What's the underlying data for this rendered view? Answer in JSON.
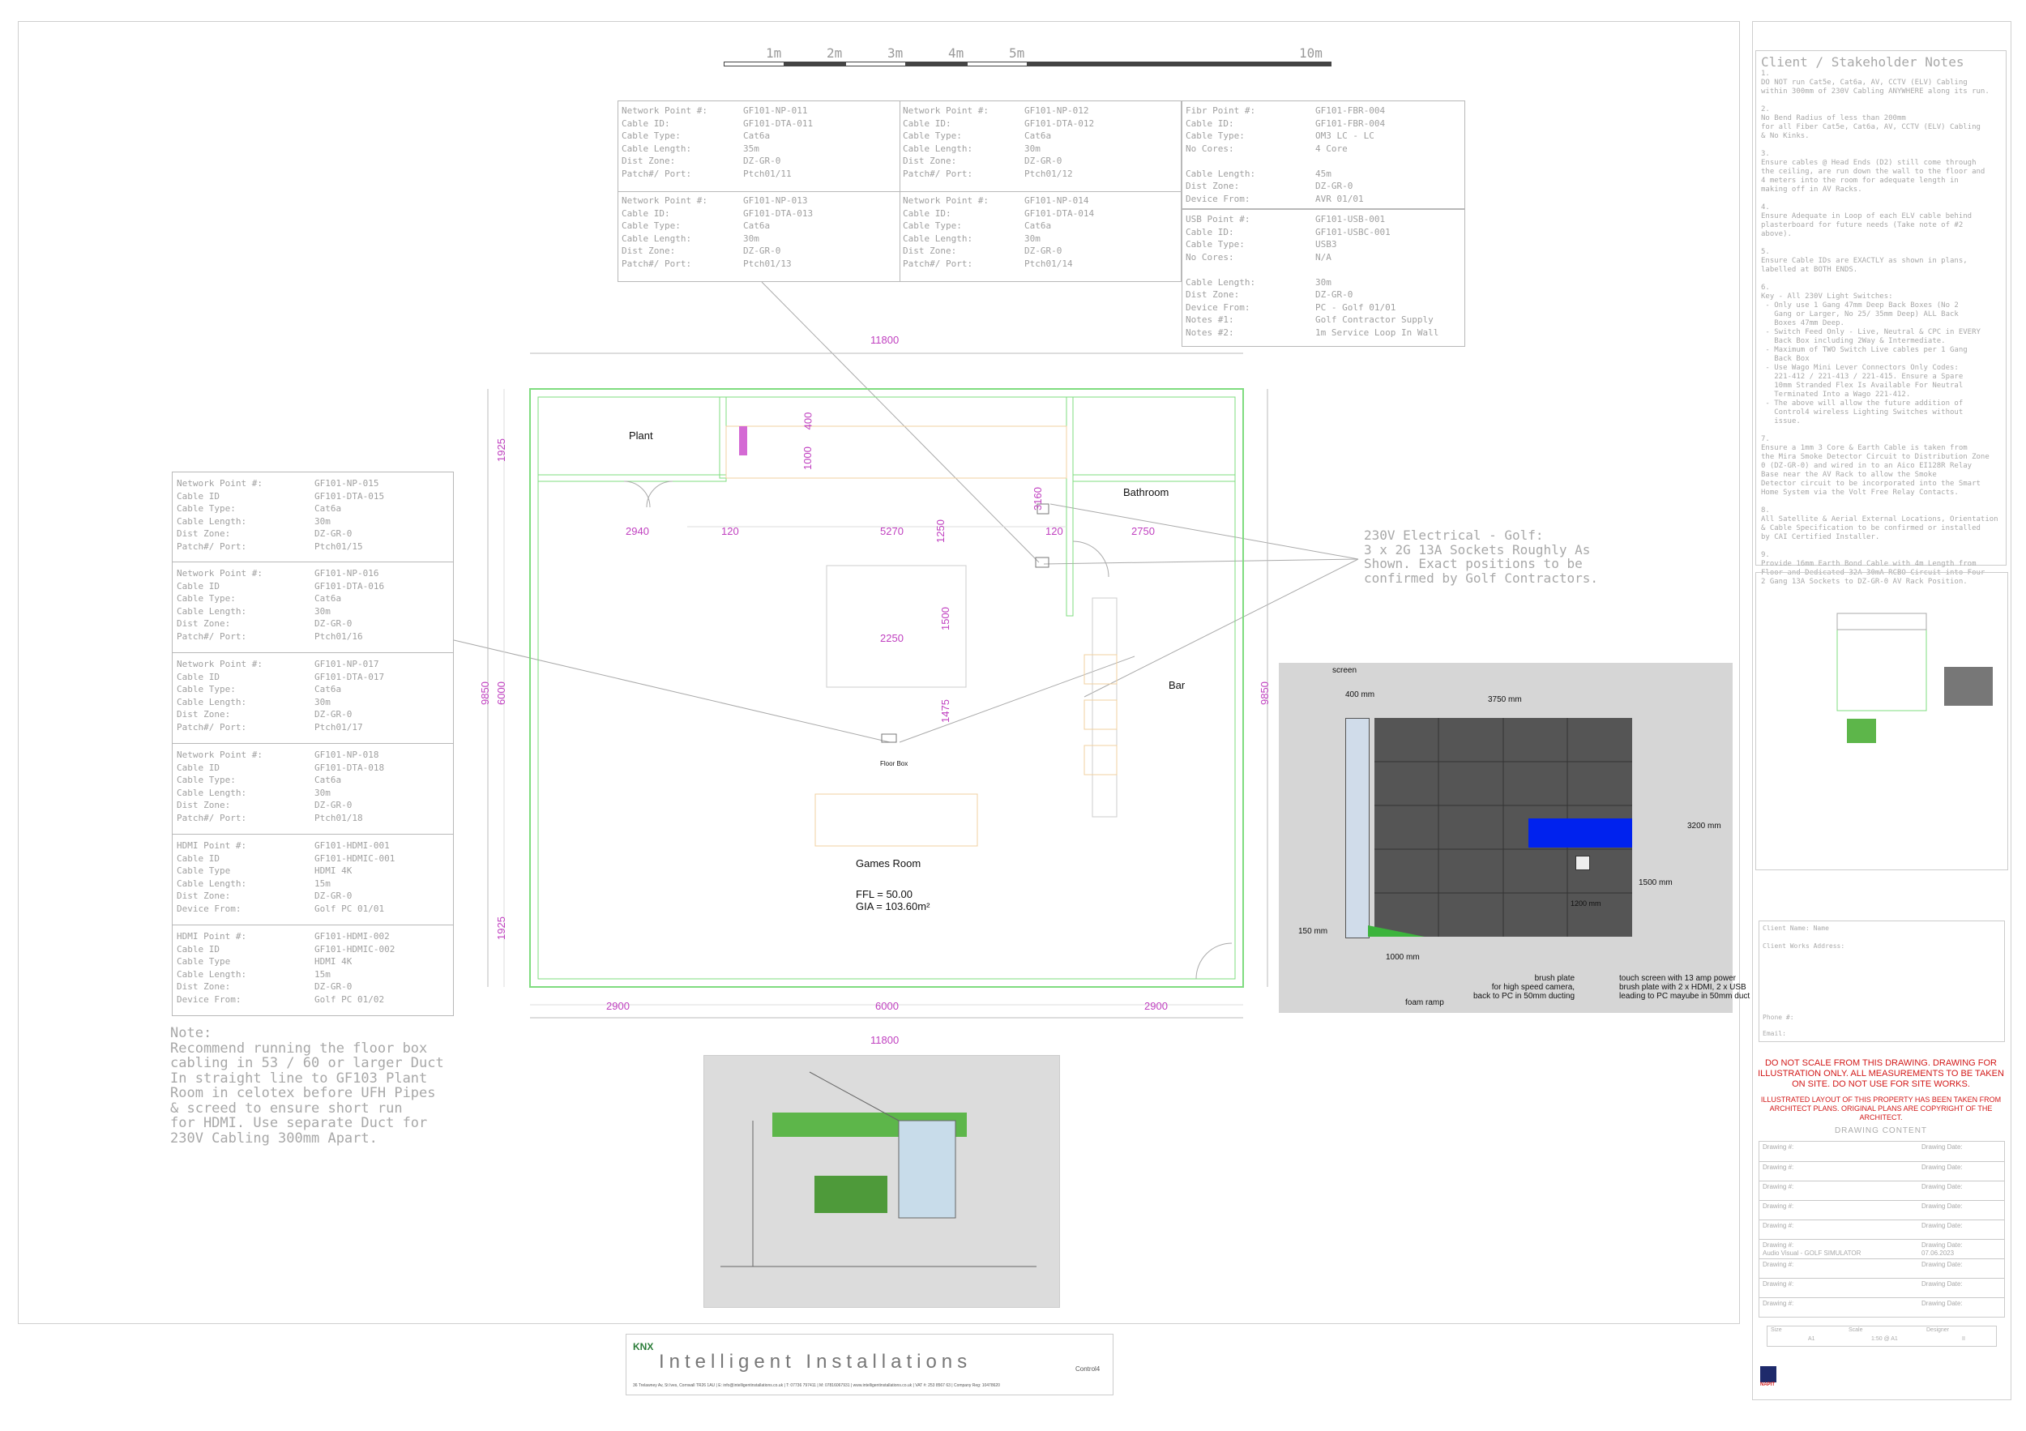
{
  "scale_bar": {
    "labels": [
      "1m",
      "2m",
      "3m",
      "4m",
      "5m",
      "10m"
    ]
  },
  "network_points_top": [
    {
      "rows": [
        [
          "Network Point #:",
          "GF101-NP-011"
        ],
        [
          "Cable ID:",
          "GF101-DTA-011"
        ],
        [
          "Cable Type:",
          "Cat6a"
        ],
        [
          "Cable Length:",
          "35m"
        ],
        [
          "Dist Zone:",
          "DZ-GR-0"
        ],
        [
          "Patch#/ Port:",
          "Ptch01/11"
        ]
      ]
    },
    {
      "rows": [
        [
          "Network Point #:",
          "GF101-NP-012"
        ],
        [
          "Cable ID:",
          "GF101-DTA-012"
        ],
        [
          "Cable Type:",
          "Cat6a"
        ],
        [
          "Cable Length:",
          "30m"
        ],
        [
          "Dist Zone:",
          "DZ-GR-0"
        ],
        [
          "Patch#/ Port:",
          "Ptch01/12"
        ]
      ]
    },
    {
      "rows": [
        [
          "Network Point #:",
          "GF101-NP-013"
        ],
        [
          "Cable ID:",
          "GF101-DTA-013"
        ],
        [
          "Cable Type:",
          "Cat6a"
        ],
        [
          "Cable Length:",
          "30m"
        ],
        [
          "Dist Zone:",
          "DZ-GR-0"
        ],
        [
          "Patch#/ Port:",
          "Ptch01/13"
        ]
      ]
    },
    {
      "rows": [
        [
          "Network Point #:",
          "GF101-NP-014"
        ],
        [
          "Cable ID:",
          "GF101-DTA-014"
        ],
        [
          "Cable Type:",
          "Cat6a"
        ],
        [
          "Cable Length:",
          "30m"
        ],
        [
          "Dist Zone:",
          "DZ-GR-0"
        ],
        [
          "Patch#/ Port:",
          "Ptch01/14"
        ]
      ]
    }
  ],
  "fibre_point": {
    "rows": [
      [
        "Fibr Point #:",
        "GF101-FBR-004"
      ],
      [
        "Cable ID:",
        "GF101-FBR-004"
      ],
      [
        "Cable Type:",
        "OM3 LC - LC"
      ],
      [
        "No Cores:",
        "4 Core"
      ],
      [
        "",
        ""
      ],
      [
        "Cable Length:",
        "45m"
      ],
      [
        "Dist Zone:",
        "DZ-GR-0"
      ],
      [
        "Device From:",
        "AVR 01/01"
      ]
    ]
  },
  "usb_point": {
    "rows": [
      [
        "USB Point #:",
        "GF101-USB-001"
      ],
      [
        "Cable ID:",
        "GF101-USBC-001"
      ],
      [
        "Cable Type:",
        "USB3"
      ],
      [
        "No Cores:",
        "N/A"
      ],
      [
        "",
        ""
      ],
      [
        "Cable Length:",
        "30m"
      ],
      [
        "Dist Zone:",
        "DZ-GR-0"
      ],
      [
        "Device From:",
        "PC - Golf 01/01"
      ],
      [
        "Notes #1:",
        "Golf Contractor Supply"
      ],
      [
        "Notes #2:",
        "1m Service Loop In Wall"
      ]
    ]
  },
  "left_points": [
    {
      "rows": [
        [
          "Network Point #:",
          "GF101-NP-015"
        ],
        [
          "Cable ID",
          "GF101-DTA-015"
        ],
        [
          "Cable Type:",
          "Cat6a"
        ],
        [
          "Cable Length:",
          "30m"
        ],
        [
          "Dist Zone:",
          "DZ-GR-0"
        ],
        [
          "Patch#/ Port:",
          "Ptch01/15"
        ]
      ]
    },
    {
      "rows": [
        [
          "Network Point #:",
          "GF101-NP-016"
        ],
        [
          "Cable ID",
          "GF101-DTA-016"
        ],
        [
          "Cable Type:",
          "Cat6a"
        ],
        [
          "Cable Length:",
          "30m"
        ],
        [
          "Dist Zone:",
          "DZ-GR-0"
        ],
        [
          "Patch#/ Port:",
          "Ptch01/16"
        ]
      ]
    },
    {
      "rows": [
        [
          "Network Point #:",
          "GF101-NP-017"
        ],
        [
          "Cable ID",
          "GF101-DTA-017"
        ],
        [
          "Cable Type:",
          "Cat6a"
        ],
        [
          "Cable Length:",
          "30m"
        ],
        [
          "Dist Zone:",
          "DZ-GR-0"
        ],
        [
          "Patch#/ Port:",
          "Ptch01/17"
        ]
      ]
    },
    {
      "rows": [
        [
          "Network Point #:",
          "GF101-NP-018"
        ],
        [
          "Cable ID",
          "GF101-DTA-018"
        ],
        [
          "Cable Type:",
          "Cat6a"
        ],
        [
          "Cable Length:",
          "30m"
        ],
        [
          "Dist Zone:",
          "DZ-GR-0"
        ],
        [
          "Patch#/ Port:",
          "Ptch01/18"
        ]
      ]
    },
    {
      "rows": [
        [
          "HDMI Point #:",
          "GF101-HDMI-001"
        ],
        [
          "Cable ID",
          "GF101-HDMIC-001"
        ],
        [
          "Cable Type",
          "HDMI 4K"
        ],
        [
          "Cable Length:",
          "15m"
        ],
        [
          "Dist Zone:",
          "DZ-GR-0"
        ],
        [
          "Device From:",
          "Golf PC 01/01"
        ]
      ]
    },
    {
      "rows": [
        [
          "HDMI Point #:",
          "GF101-HDMI-002"
        ],
        [
          "Cable ID",
          "GF101-HDMIC-002"
        ],
        [
          "Cable Type",
          "HDMI 4K"
        ],
        [
          "Cable Length:",
          "15m"
        ],
        [
          "Dist Zone:",
          "DZ-GR-0"
        ],
        [
          "Device From:",
          "Golf PC 01/02"
        ]
      ]
    }
  ],
  "floor_note": "Note:\nRecommend running the floor box\ncabling in 53 / 60 or larger Duct\nIn straight line to GF103 Plant\nRoom in celotex before UFH Pipes\n& screed to ensure short run\nfor HDMI. Use separate Duct for\n230V Cabling 300mm Apart.",
  "electrical_note": "230V Electrical - Golf:\n3 x 2G 13A Sockets Roughly As\nShown. Exact positions to be\nconfirmed by Golf Contractors.",
  "plan": {
    "rooms": {
      "plant": "Plant",
      "bathroom": "Bathroom",
      "bar": "Bar",
      "games": "Games Room",
      "floor_box": "Floor Box",
      "ffl": "FFL = 50.00",
      "gia": "GIA = 103.60m²"
    },
    "dims": {
      "top": "11800",
      "bottom": "11800",
      "b_left": "2900",
      "b_mid": "6000",
      "b_right": "2900",
      "left_total": "9850",
      "right_total": "9850",
      "left_top": "1925",
      "left_mid": "6000",
      "left_bot": "1925",
      "d2940": "2940",
      "d120a": "120",
      "d5270": "5270",
      "d1250": "1250",
      "d120b": "120",
      "d2750": "2750",
      "d400": "400",
      "d1000": "1000",
      "d3160": "3160",
      "d1500": "1500",
      "d2250": "2250",
      "d1475": "1475"
    }
  },
  "sim_diagram": {
    "screen": "screen",
    "d400": "400 mm",
    "d3750": "3750 mm",
    "d3200": "3200 mm",
    "d1500": "1500 mm",
    "d150": "150 mm",
    "d1000": "1000 mm",
    "foam": "foam ramp",
    "brush": "brush plate\nfor high speed camera,\nback to PC in 50mm ducting",
    "touch": "touch screen with 13 amp power\nbrush plate with 2 x HDMI, 2 x USB\nleading to PC mayube in 50mm duct",
    "d1200": "1200 mm"
  },
  "logo": {
    "brand": "Intelligent Installations",
    "knx": "KNX",
    "address": "36 Trelawney Av, St Ives, Cornwall TR26 1AU | E: info@intelligentinstallations.co.uk | T: 07736 797411 | M: 07816067931 | www.intelligentinstallations.co.uk | VAT #: 253 8567 63 | Company Reg: 10478620",
    "control4": "Control4"
  },
  "notes": {
    "title": "Client / Stakeholder Notes",
    "body": "1.\nDO NOT run Cat5e, Cat6a, AV, CCTV (ELV) Cabling\nwithin 300mm of 230V Cabling ANYWHERE along its run.\n\n2.\nNo Bend Radius of less than 200mm\nfor all Fiber Cat5e, Cat6a, AV, CCTV (ELV) Cabling\n& No Kinks.\n\n3.\nEnsure cables @ Head Ends (D2) still come through\nthe ceiling, are run down the wall to the floor and\n4 meters into the room for adequate length in\nmaking off in AV Racks.\n\n4.\nEnsure Adequate in Loop of each ELV cable behind\nplasterboard for future needs (Take note of #2\nabove).\n\n5.\nEnsure Cable IDs are EXACTLY as shown in plans,\nlabelled at BOTH ENDS.\n\n6.\nKey - All 230V Light Switches:\n - Only use 1 Gang 47mm Deep Back Boxes (No 2\n   Gang or Larger, No 25/ 35mm Deep) ALL Back\n   Boxes 47mm Deep.\n - Switch Feed Only - Live, Neutral & CPC in EVERY\n   Back Box including 2Way & Intermediate.\n - Maximum of TWO Switch Live cables per 1 Gang\n   Back Box\n - Use Wago Mini Lever Connectors Only Codes:\n   221-412 / 221-413 / 221-415. Ensure a Spare\n   10mm Stranded Flex Is Available For Neutral\n   Terminated Into a Wago 221-412.\n - The above will allow the future addition of\n   Control4 wireless Lighting Switches without\n   issue.\n\n7.\nEnsure a 1mm 3 Core & Earth Cable is taken from\nthe Mira Smoke Detector Circuit to Distribution Zone\n0 (DZ-GR-0) and wired in to an Aico EI128R Relay\nBase near the AV Rack to allow the Smoke\nDetector circuit to be incorporated into the Smart\nHome System via the Volt Free Relay Contacts.\n\n8.\nAll Satellite & Aerial External Locations, Orientation\n& Cable Specification to be confirmed or installed\nby CAI Certified Installer.\n\n9.\nProvide 16mm Earth Bond Cable with 4m Length from\nFloor and Dedicated 32A 30mA RCBO Circuit into Four\n2 Gang 13A Sockets to DZ-GR-0 AV Rack Position."
  },
  "client": {
    "name_label": "Client Name: Name",
    "address_label": "Client Works Address:",
    "phone_label": "Phone #:",
    "email_label": "Email:"
  },
  "warning": {
    "line1": "DO NOT SCALE FROM THIS DRAWING. DRAWING FOR ILLUSTRATION ONLY. ALL MEASUREMENTS TO BE TAKEN ON SITE. DO NOT USE FOR SITE WORKS.",
    "line2": "ILLUSTRATED LAYOUT OF THIS PROPERTY HAS BEEN TAKEN FROM ARCHITECT PLANS. ORIGINAL PLANS ARE COPYRIGHT OF THE ARCHITECT."
  },
  "drawing_content": {
    "title": "DRAWING CONTENT",
    "rows": [
      [
        "Drawing #:",
        "Drawing Date:"
      ],
      [
        "Drawing #:",
        "Drawing Date:"
      ],
      [
        "Drawing #:",
        "Drawing Date:"
      ],
      [
        "Drawing #:",
        "Drawing Date:"
      ],
      [
        "Drawing #:",
        "Drawing Date:"
      ],
      [
        "Drawing #:",
        "Drawing Date:"
      ],
      [
        "Drawing #:",
        "Drawing Date:"
      ],
      [
        "Drawing #:",
        "Drawing Date:"
      ],
      [
        "Drawing #:",
        "Drawing Date:"
      ]
    ],
    "current": [
      "Audio Visual - GOLF SIMULATOR",
      "07.06.2023"
    ]
  },
  "sheet_info": {
    "size_label": "Size",
    "size": "A1",
    "scale_label": "Scale",
    "scale": "1:50 @ A1",
    "designer_label": "Designer",
    "designer": "II"
  },
  "napit": "NAPIT",
  "colors": {
    "dim": "#c040c0",
    "wall": "#7fdc7f",
    "red": "#d21919",
    "sim_bg": "#d6d6d6",
    "panel": "#555555",
    "blue": "#0022ee",
    "green": "#5db64a"
  }
}
